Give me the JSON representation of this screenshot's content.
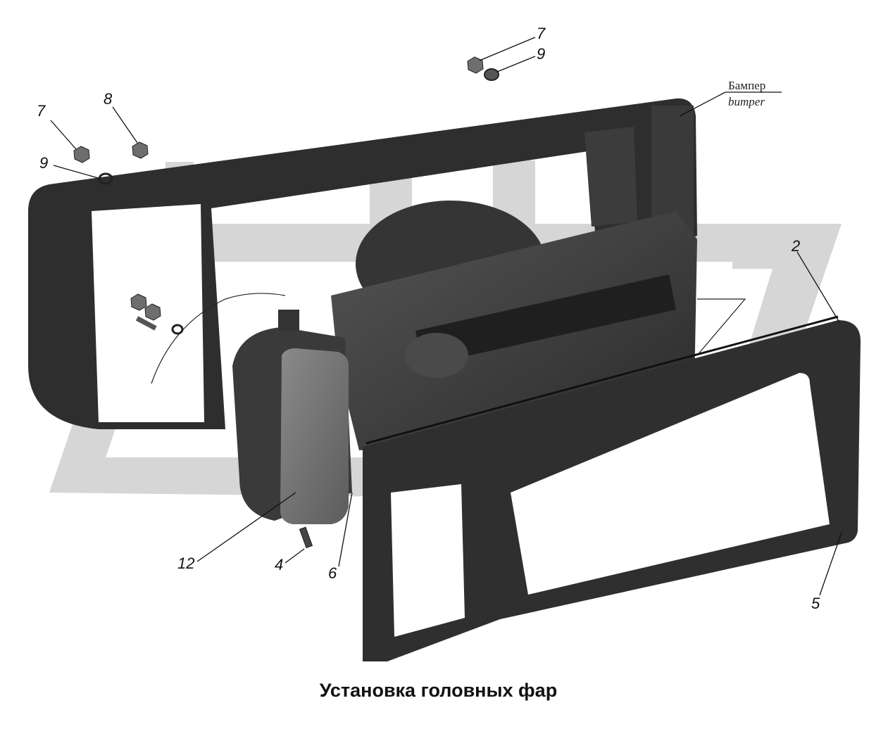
{
  "caption": "Установка головных фар",
  "bumper_label": {
    "ru": "Бампер",
    "en": "bumper"
  },
  "callouts": [
    "7",
    "9",
    "7",
    "8",
    "9",
    "2",
    "12",
    "4",
    "6",
    "5"
  ],
  "colors": {
    "background": "#ffffff",
    "watermark": "#d6d6d6",
    "part_dark": "#2e2e2e",
    "part_mid": "#4a4a4a",
    "part_light": "#7a7a7a",
    "leader": "#111111"
  }
}
